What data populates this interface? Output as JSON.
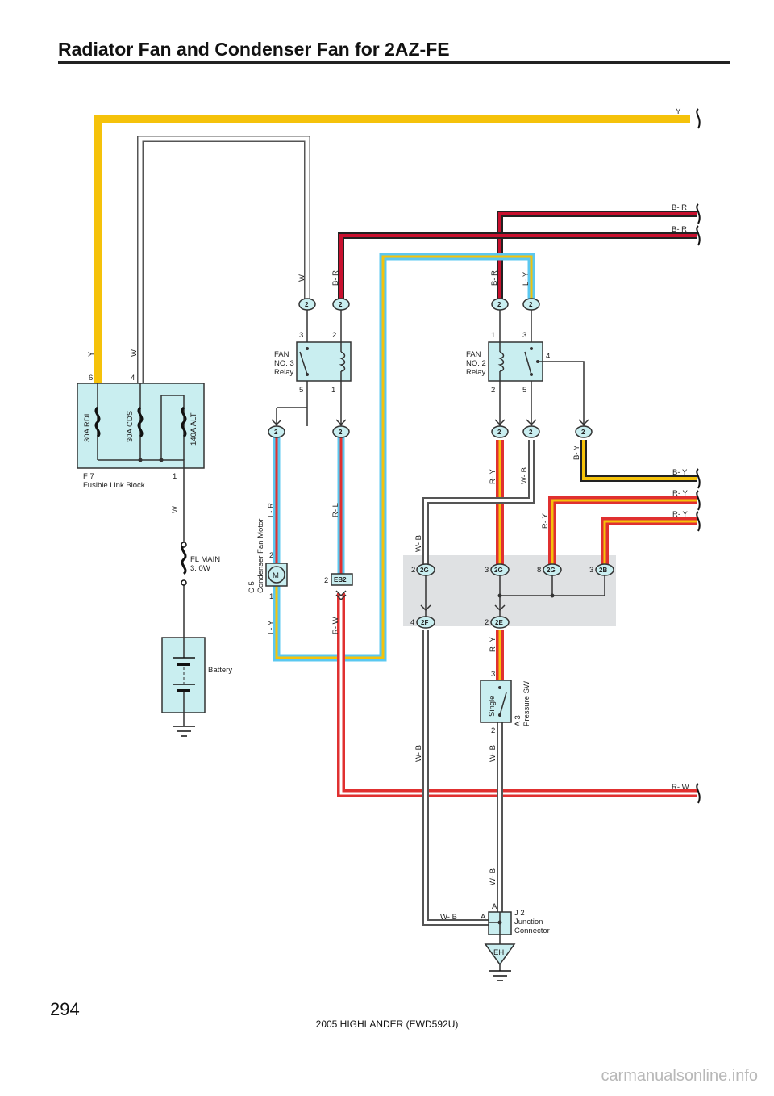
{
  "page": {
    "title": "Radiator Fan and Condenser Fan for 2AZ-FE",
    "page_number": "294",
    "footer": "2005 HIGHLANDER (EWD592U)",
    "watermark": "carmanualsonline.info"
  },
  "colors": {
    "Y": "#f5c20a",
    "W": "#ffffff",
    "B-R": "#c8102e",
    "L-Y": "#5bc8f0",
    "L-R": "#5bc8f0",
    "R-L": "#e03030",
    "R-Y": "#e03030",
    "R-W": "#e03030",
    "W-B": "#ffffff",
    "B-Y": "#f5c20a",
    "component_fill": "#c9eef0",
    "junction_block": "#dfe1e3"
  },
  "wire_labels": {
    "y_top": "Y",
    "br_1": "B- R",
    "br_2": "B- R",
    "y_left": "Y",
    "w_left": "W",
    "w_relay3": "W",
    "br_relay3": "B- R",
    "br_relay2": "B- R",
    "ly_relay2": "L- Y",
    "w_fl": "W",
    "lr": "L- R",
    "rl": "R- L",
    "ry_a": "R- Y",
    "wb_a": "W- B",
    "by_a": "B- Y",
    "by_right": "B- Y",
    "ry_right1": "R- Y",
    "ry_right2": "R- Y",
    "ry_b": "R- Y",
    "wb_b": "W- B",
    "ly_bottom": "L- Y",
    "rw_vert": "R- W",
    "ry_c": "R- Y",
    "wb_left": "W- B",
    "wb_sw": "W- B",
    "rw_right": "R- W",
    "wb_j": "W- B",
    "wb_bottom": "W- B"
  },
  "components": {
    "fusible_link_block": {
      "code": "F 7",
      "name": "Fusible Link Block",
      "fuses": [
        "30A RDI",
        "30A CDS",
        "140A ALT"
      ],
      "pins": [
        "6",
        "4",
        "1"
      ]
    },
    "fl_main": {
      "line1": "FL MAIN",
      "line2": "3. 0W"
    },
    "battery": {
      "name": "Battery"
    },
    "relay3": {
      "line1": "FAN",
      "line2": "NO. 3",
      "line3": "Relay",
      "pins": [
        "3",
        "2",
        "5",
        "1"
      ]
    },
    "relay2": {
      "line1": "FAN",
      "line2": "NO. 2",
      "line3": "Relay",
      "pins": [
        "1",
        "3",
        "4",
        "2",
        "5"
      ]
    },
    "motor": {
      "code": "C 5",
      "name": "Condenser Fan Motor",
      "symbol": "M",
      "pins": [
        "2",
        "1"
      ]
    },
    "pressure_sw": {
      "code": "A 3",
      "name": "Pressure SW",
      "type": "Single",
      "pins": [
        "3",
        "2"
      ]
    },
    "junction_connector": {
      "code": "J 2",
      "line1": "Junction",
      "line2": "Connector",
      "pins": [
        "A",
        "A"
      ]
    },
    "ground": {
      "code": "EH"
    }
  },
  "connectors": {
    "c2": "2",
    "eb2": "EB2",
    "eb2_pin": "2",
    "j2g_a": {
      "label": "2G",
      "pin": "2"
    },
    "j2g_b": {
      "label": "2G",
      "pin": "3"
    },
    "j2g_c": {
      "label": "2G",
      "pin": "8"
    },
    "j2b": {
      "label": "2B",
      "pin": "3"
    },
    "j2f": {
      "label": "2F",
      "pin": "4"
    },
    "j2e": {
      "label": "2E",
      "pin": "2"
    }
  }
}
